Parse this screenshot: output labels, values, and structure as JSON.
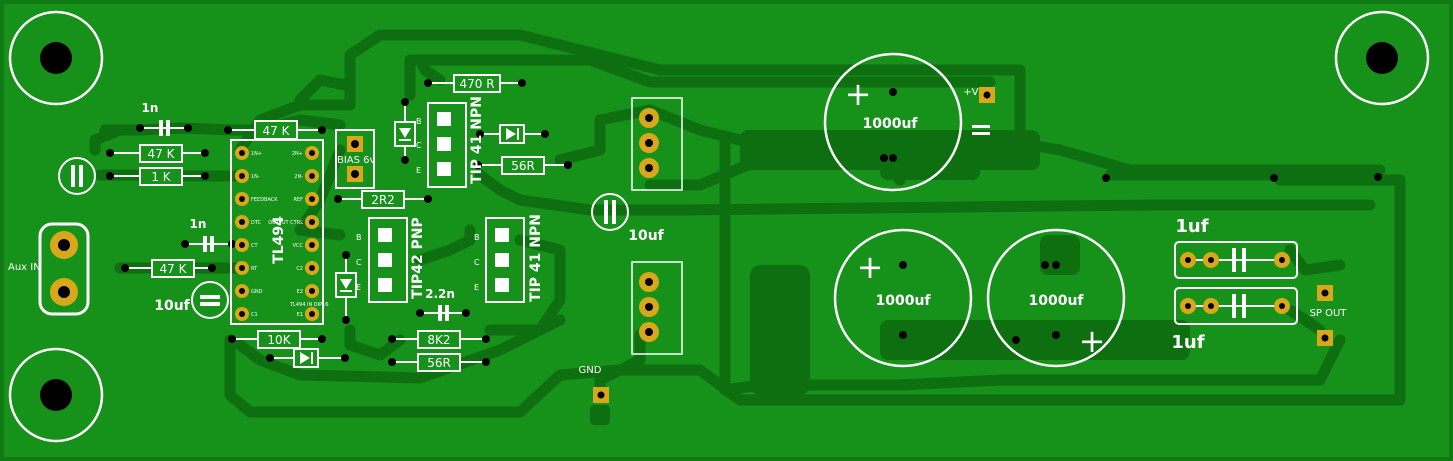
{
  "colors": {
    "board": "#16921b",
    "copper": "#0d6f10",
    "silk": "#ffffff",
    "pad": "#d9a81a",
    "hole": "#000000"
  },
  "labels": {
    "r_47k_top": "47 K",
    "r_47k_a": "47 K",
    "r_1k": "1 K",
    "r_47k_b": "47 K",
    "r_10k": "10K",
    "r_470r": "470 R",
    "r_56r_top": "56R",
    "r_2r2": "2R2",
    "r_8k2": "8K2",
    "r_56r_bottom": "56R",
    "c_1n_top": "1n",
    "c_1n_mid": "1n",
    "c_2_2n": "2.2n",
    "c_10uf_left": "10uf",
    "c_10uf_mid": "10uf",
    "c_1000uf_top": "1000uf",
    "c_1000uf_left": "1000uf",
    "c_1000uf_right": "1000uf",
    "c_1uf_top": "1uf",
    "c_1uf_bottom": "1uf",
    "ic_name": "TL494",
    "ic_sub": "TL494 IN DIP16",
    "bias": "BIAS 6v",
    "q_top": "TIP 41 NPN",
    "q_pnp": "TIP42 PNP",
    "q_npn2": "TIP 41 NPN",
    "aux_in": "Aux IN",
    "gnd": "GND",
    "ve": "+VE",
    "sp_out": "SP OUT",
    "plus": "+",
    "pin_b": "B",
    "pin_c": "C",
    "pin_e": "E",
    "ic_left_pins": [
      "1N+",
      "1N-",
      "FEEDBACK",
      "DTC",
      "CT",
      "RT",
      "GND",
      "C1"
    ],
    "ic_right_pins": [
      "2N+",
      "2N-",
      "REF",
      "OUTPUT CTRL",
      "VCC",
      "C2",
      "E2",
      "E1"
    ]
  }
}
